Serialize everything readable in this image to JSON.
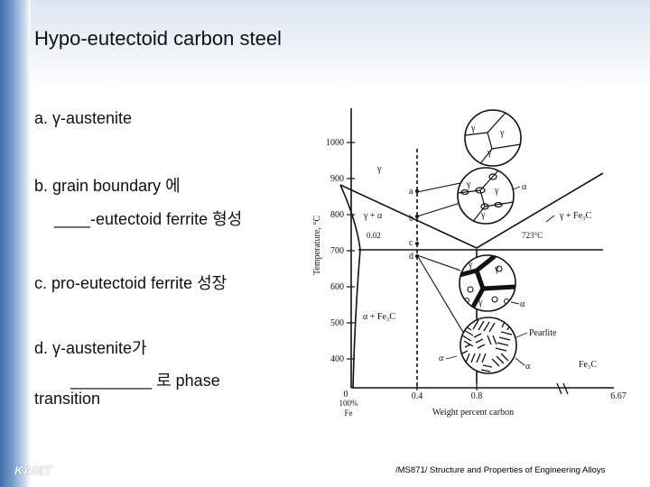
{
  "slide": {
    "title": "Hypo-eutectoid carbon steel",
    "items": {
      "a": "a. γ-austenite",
      "b1": "b. grain boundary 에",
      "b2": "____-eutectoid ferrite 형성",
      "c": "c. pro-eutectoid ferrite 성장",
      "d1": "d. γ-austenite가",
      "d2": "_________ 로 phase",
      "d3": "transition"
    },
    "logo": "KAIST",
    "footer": "/MS871/ Structure and Properties of Engineering Alloys"
  },
  "diagram": {
    "y_axis_label": "Temperature, °C",
    "x_axis_label": "Weight percent carbon",
    "y_ticks": [
      "1000",
      "900",
      "800",
      "700",
      "600",
      "500",
      "400"
    ],
    "x_ticks": [
      "0",
      "0.4",
      "0.8",
      "6.67"
    ],
    "x_sub_label_1": "100%",
    "x_sub_label_2": "Fe",
    "eutectoid_temp": "723°C",
    "eutectoid_carbon": "0.02",
    "phase_labels": {
      "gamma": "γ",
      "gamma_alpha": "γ + α",
      "gamma_fe3c": "γ + Fe₃C",
      "alpha_fe3c": "α + Fe₃C",
      "pearlite": "Pearlite",
      "fe3c": "Fe₃C",
      "alpha": "α"
    },
    "point_labels": {
      "a": "a",
      "b": "b",
      "c": "c",
      "d": "d"
    }
  }
}
